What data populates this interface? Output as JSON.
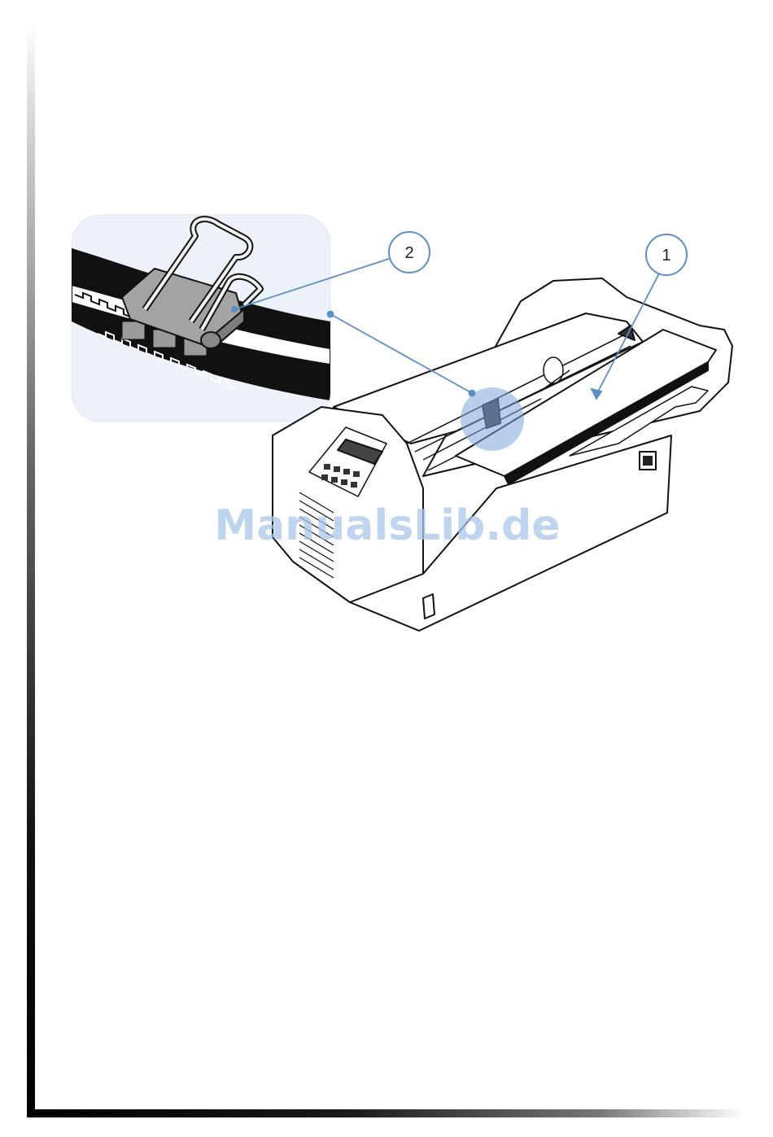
{
  "figure": {
    "callouts": [
      {
        "number": "1",
        "label": "paper"
      },
      {
        "number": "2",
        "label": "clip"
      }
    ],
    "watermark": "ManualsLib.de"
  },
  "colors": {
    "callout_stroke": "#5b8fc8",
    "detail_background": "#edf2fa",
    "highlight": "#7ea8dc",
    "border_dark": "#000000"
  }
}
